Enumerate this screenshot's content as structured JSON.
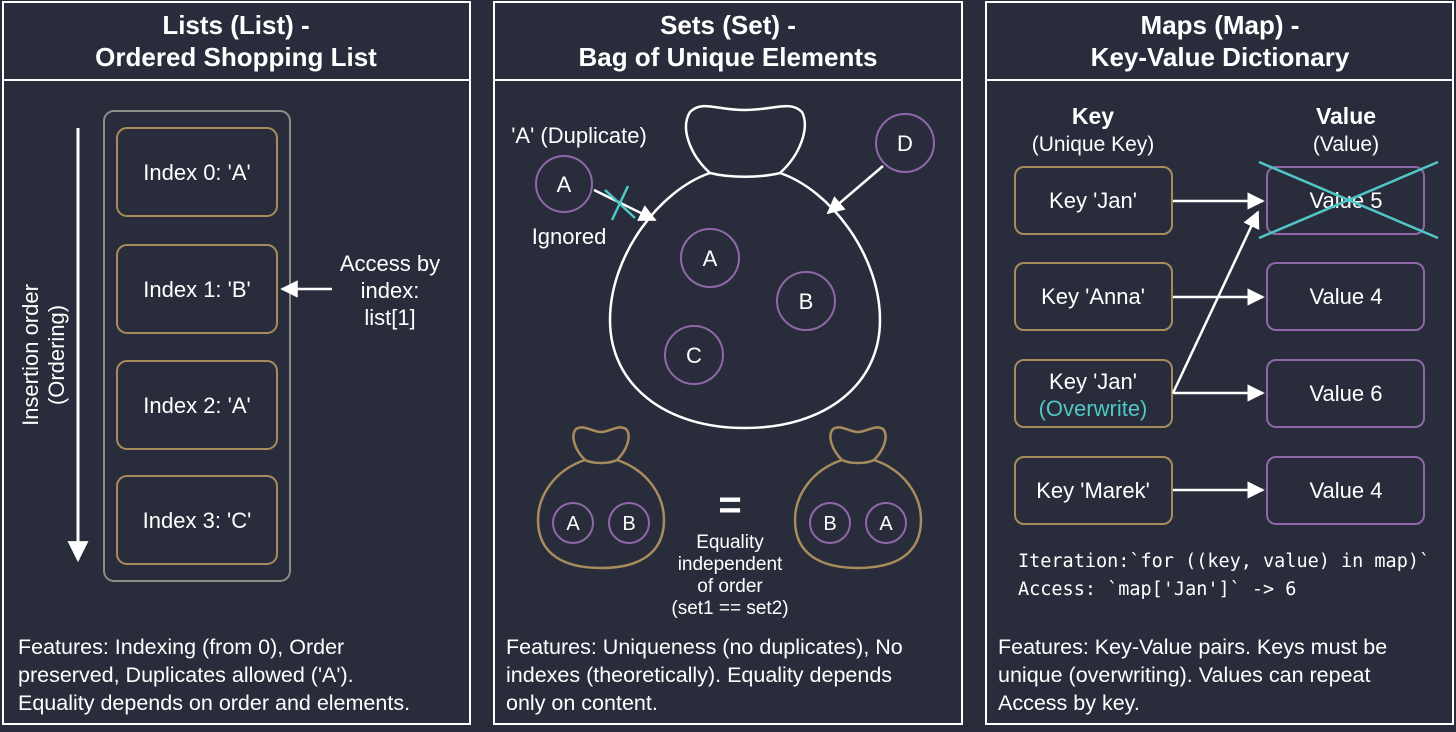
{
  "colors": {
    "background": "#292c3a",
    "border": "#ffffff",
    "list_item_border": "#a88c5e",
    "list_container_border": "#8a8f88",
    "set_circle_border": "#8e68a8",
    "small_bag": "#a88c5e",
    "map_value_border": "#8e68a8",
    "accent": "#4fc7c6"
  },
  "lists": {
    "title_line1": "Lists (List) -",
    "title_line2": "Ordered Shopping List",
    "items": [
      "Index 0: 'A'",
      "Index 1: 'B'",
      "Index 2: 'A'",
      "Index 3: 'C'"
    ],
    "axis_line1": "Insertion order",
    "axis_line2": "(Ordering)",
    "access_line1": "Access by",
    "access_line2": "index:",
    "access_line3": "list[1]",
    "features": [
      "Features: Indexing (from 0), Order",
      "preserved, Duplicates allowed ('A').",
      "Equality depends on order and elements."
    ]
  },
  "sets": {
    "title_line1": "Sets (Set) -",
    "title_line2": "Bag of Unique Elements",
    "duplicate_label": "'A' (Duplicate)",
    "duplicate_letter": "A",
    "ignored_label": "Ignored",
    "new_letter": "D",
    "bag_elements": [
      "A",
      "B",
      "C"
    ],
    "left_bag": [
      "A",
      "B"
    ],
    "right_bag": [
      "B",
      "A"
    ],
    "equals_sign": "=",
    "equality_lines": [
      "Equality",
      "independent",
      "of order",
      "(set1 == set2)"
    ],
    "features": [
      "Features: Uniqueness (no duplicates), No",
      "indexes (theoretically). Equality depends",
      "only on content."
    ]
  },
  "maps": {
    "title_line1": "Maps (Map) -",
    "title_line2": "Key-Value Dictionary",
    "key_header": "Key",
    "key_sub": "(Unique Key)",
    "value_header": "Value",
    "value_sub": "(Value)",
    "keys": [
      {
        "label": "Key 'Jan'",
        "note": ""
      },
      {
        "label": "Key 'Anna'",
        "note": ""
      },
      {
        "label": "Key 'Jan'",
        "note": "(Overwrite)"
      },
      {
        "label": "Key 'Marek'",
        "note": ""
      }
    ],
    "values": [
      "Value 5",
      "Value 4",
      "Value 6",
      "Value 4"
    ],
    "iteration_line": "Iteration:`for ((key, value) in map)`",
    "access_line": "Access: `map['Jan']` -> 6",
    "features": [
      "Features: Key-Value pairs. Keys must be",
      "unique (overwriting). Values can repeat",
      "Access by key."
    ]
  }
}
